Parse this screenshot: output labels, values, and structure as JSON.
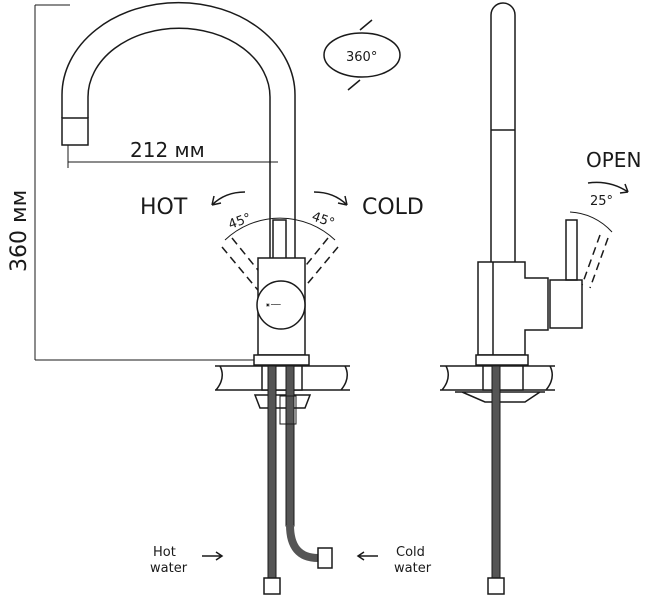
{
  "dimensions": {
    "spout_reach": "212 мм",
    "height": "360 мм"
  },
  "front_view": {
    "hot_label": "HOT",
    "cold_label": "COLD",
    "hot_angle": "45°",
    "cold_angle": "45°",
    "rotation": "360°"
  },
  "side_view": {
    "open_label": "OPEN",
    "open_angle": "25°"
  },
  "supply": {
    "hot_line1": "Hot",
    "hot_line2": "water",
    "cold_line1": "Cold",
    "cold_line2": "water"
  }
}
